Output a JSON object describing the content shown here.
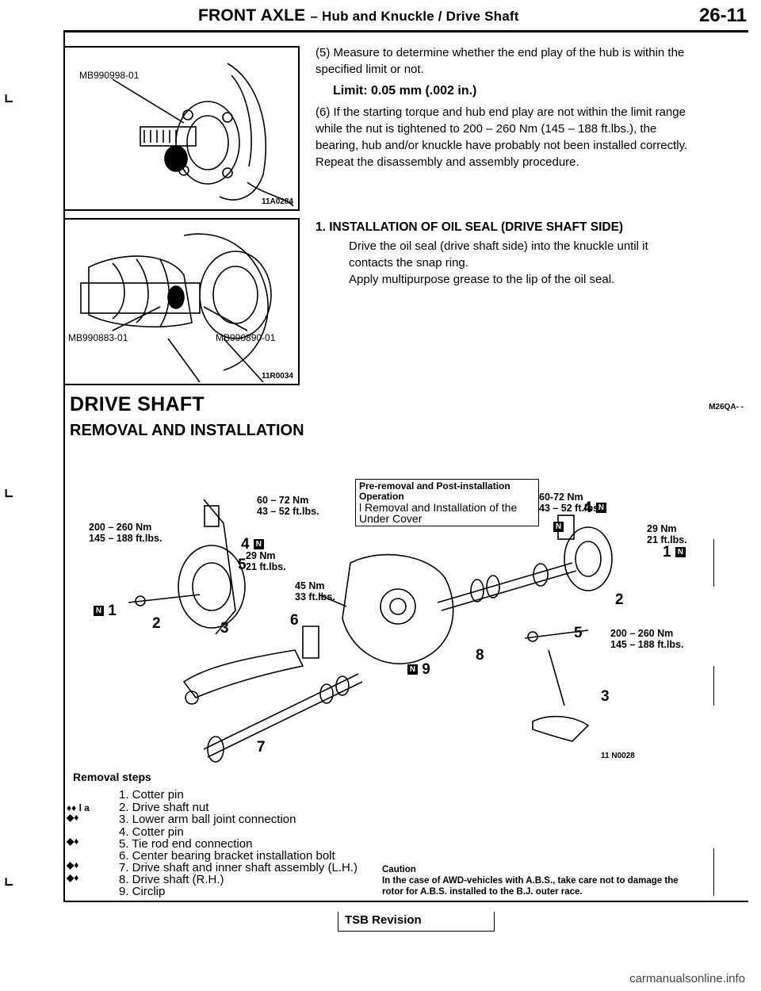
{
  "header": {
    "title": "FRONT AXLE",
    "subtitle": "– Hub and Knuckle / Drive Shaft",
    "page": "26-11"
  },
  "figure_top": {
    "tool_label": "MB990998-01",
    "code": "11A0284"
  },
  "figure_mid": {
    "label_left": "MB990883-01",
    "label_right": "MB990890-01",
    "code": "11R0034"
  },
  "instructions": {
    "step5": "(5) Measure to determine whether the end play of the hub is within the specified limit or not.",
    "limit": "Limit: 0.05 mm (.002 in.)",
    "step6": "(6) If the starting torque and hub end play are not within the limit range while the nut is tightened to 200 – 260 Nm (145 – 188 ft.lbs.), the bearing, hub and/or knuckle have probably not been installed correctly. Repeat the disassembly and assembly procedure."
  },
  "oil_seal": {
    "heading": "1. INSTALLATION OF OIL SEAL (DRIVE SHAFT SIDE)",
    "line1": "Drive the oil seal (drive shaft side) into the knuckle until it contacts the snap ring.",
    "line2": "Apply multipurpose grease to the lip of the oil seal."
  },
  "drive_shaft": {
    "title": "DRIVE SHAFT",
    "subtitle": "REMOVAL AND INSTALLATION",
    "code": "M26QA- -"
  },
  "diagram": {
    "badge": "N",
    "pre_box_heading": "Pre-removal and Post-installation Operation",
    "pre_box_body": "l Removal and Installation of the Under Cover",
    "torque_left_1": "60 – 72 Nm",
    "torque_left_1b": "43 – 52 ft.lbs.",
    "torque_left_2": "200 – 260 Nm",
    "torque_left_2b": "145 – 188 ft.lbs.",
    "torque_left_3": "29 Nm",
    "torque_left_3b": "21 ft.lbs.",
    "torque_left_4": "45 Nm",
    "torque_left_4b": "33 ft.lbs.",
    "torque_right_1": "60-72 Nm",
    "torque_right_1b": "43 – 52 ft.lbs.",
    "torque_right_2": "29 Nm",
    "torque_right_2b": "21 ft.lbs.",
    "torque_right_3": "200 – 260 Nm",
    "torque_right_3b": "145 – 188 ft.lbs.",
    "callouts": [
      "1",
      "2",
      "3",
      "4",
      "5",
      "6",
      "7",
      "8",
      "9"
    ],
    "code": "11 N0028"
  },
  "removal_steps": {
    "title": "Removal steps",
    "marks": [
      "♦♦ l a",
      "◆♦",
      "◆♦",
      "◆♦",
      "◆♦"
    ],
    "items": [
      "1. Cotter pin",
      "2. Drive shaft nut",
      "3. Lower arm ball joint connection",
      "4. Cotter pin",
      "5. Tie rod end connection",
      "6. Center bearing bracket installation bolt",
      "7. Drive shaft and inner shaft assembly (L.H.)",
      "8. Drive shaft (R.H.)",
      "9. Circlip"
    ]
  },
  "caution": {
    "title": "Caution",
    "text": "In the case of AWD-vehicles with A.B.S., take care not to damage the rotor for A.B.S. installed to the B.J. outer race."
  },
  "footer": {
    "tsb": "TSB Revision",
    "watermark": "carmanualsonline.info"
  }
}
